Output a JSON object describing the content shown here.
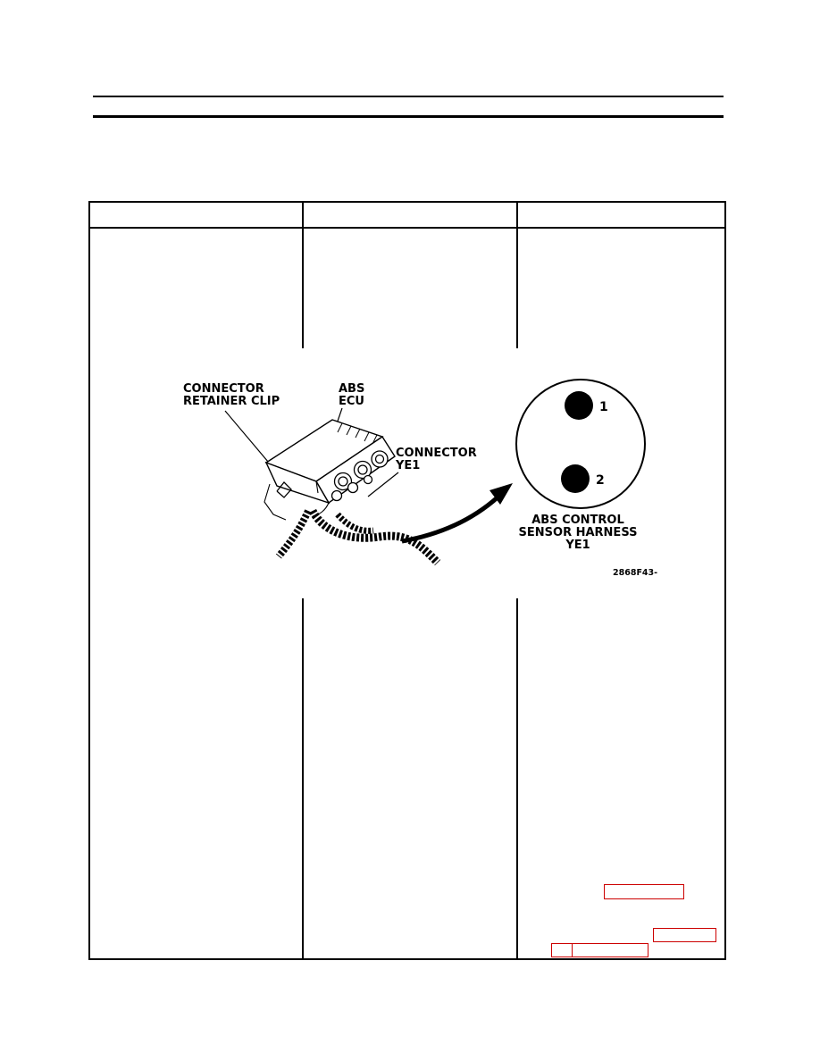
{
  "table": {
    "header": [
      "",
      "",
      ""
    ]
  },
  "figure": {
    "callouts": {
      "retainer_clip": [
        "CONNECTOR",
        "RETAINER CLIP"
      ],
      "abs_ecu": [
        "ABS",
        "ECU"
      ],
      "connector_ye1": [
        "CONNECTOR",
        "YE1"
      ]
    },
    "pins": [
      "1",
      "2"
    ],
    "caption": [
      "ABS CONTROL",
      "SENSOR HARNESS",
      "YE1"
    ],
    "figure_code": "2868F43-"
  },
  "colors": {
    "ink": "#000000",
    "paper": "#ffffff",
    "link_box": "#cc0000"
  }
}
